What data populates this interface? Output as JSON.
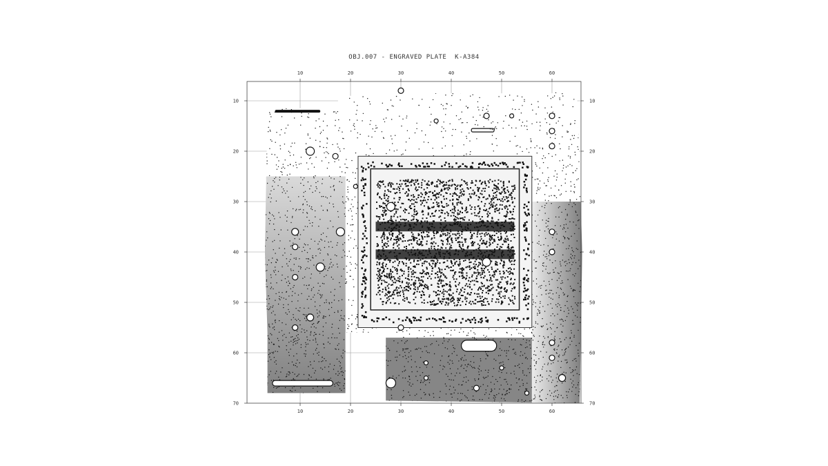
{
  "figure": {
    "title": "OBJ.007 - ENGRAVED PLATE  K-A384",
    "ink_color": "#111111",
    "frame_color": "#444444",
    "grid_color": "#9a9a9a",
    "background": "#ffffff"
  },
  "axes": {
    "x_ticks": [
      10,
      20,
      30,
      40,
      50,
      60
    ],
    "y_ticks": [
      10,
      20,
      30,
      40,
      50,
      60,
      70
    ],
    "x_range": [
      2,
      68
    ],
    "y_range": [
      6,
      70
    ],
    "grid": true,
    "y_labels_both_sides": true,
    "x_labels_top_and_bottom": true
  },
  "object": {
    "name": "engraved plate",
    "render_style": "stipple dot halftone"
  }
}
